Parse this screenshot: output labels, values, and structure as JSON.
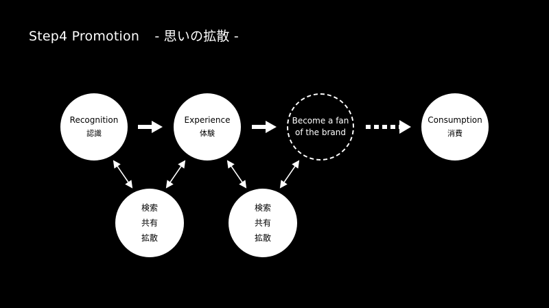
{
  "title": {
    "main": "Step4 Promotion",
    "sub": "- 思いの拡散 -"
  },
  "nodes": {
    "recognition": {
      "en": "Recognition",
      "ja": "認識"
    },
    "experience": {
      "en": "Experience",
      "ja": "体験"
    },
    "fan": {
      "line1": "Become a fan",
      "line2": "of the brand"
    },
    "consumption": {
      "en": "Consumption",
      "ja": "消費"
    },
    "action1": {
      "line1": "検索",
      "line2": "共有",
      "line3": "拡散"
    },
    "action2": {
      "line1": "検索",
      "line2": "共有",
      "line3": "拡散"
    }
  },
  "colors": {
    "background": "#000000",
    "foreground": "#ffffff"
  }
}
